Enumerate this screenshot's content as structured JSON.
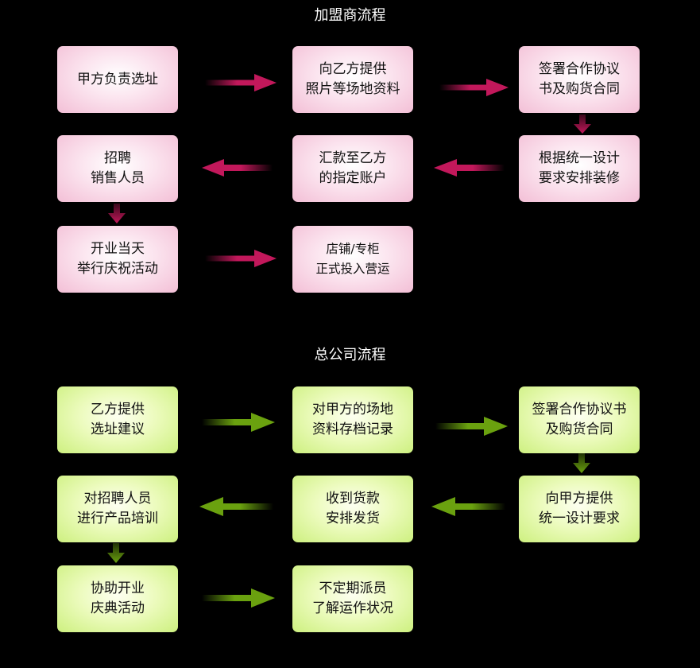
{
  "franchise": {
    "title": "加盟商流程",
    "steps": [
      "甲方负责选址",
      "向乙方提供\n照片等场地资料",
      "签署合作协议\n书及购货合同",
      "根据统一设计\n要求安排装修",
      "汇款至乙方\n的指定账户",
      "招聘\n销售人员",
      "开业当天\n举行庆祝活动",
      "店铺/专柜\n正式投入营运"
    ]
  },
  "headquarters": {
    "title": "总公司流程",
    "steps": [
      "乙方提供\n选址建议",
      "对甲方的场地\n资料存档记录",
      "签署合作协议书\n及购货合同",
      "向甲方提供\n统一设计要求",
      "收到货款\n安排发货",
      "对招聘人员\n进行产品培训",
      "协助开业\n庆典活动",
      "不定期派员\n了解运作状况"
    ]
  },
  "colors": {
    "franchise_arrow": "#c2185b",
    "headquarters_arrow": "#6aa10f"
  }
}
